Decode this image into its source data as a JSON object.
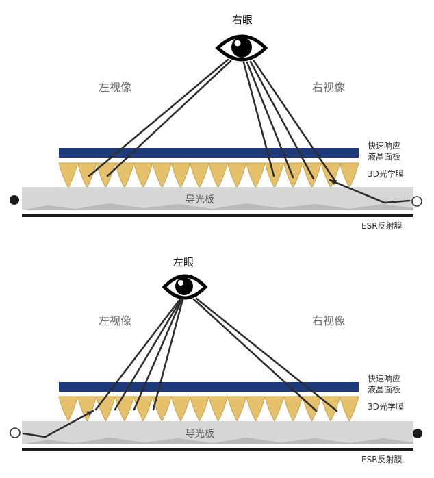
{
  "colors": {
    "lcd_panel": "#1f3a7a",
    "prism": "#e6c16b",
    "prism_edge": "#c9a24a",
    "light_guide": "#d6d6d6",
    "reflector": "#1a1a1a",
    "ray": "#2e2e2e",
    "source_on": "#1a1a1a",
    "source_off": "#ffffff"
  },
  "icons": {
    "eye": "eye-icon",
    "light_on": "filled-circle-icon",
    "light_off": "hollow-circle-icon"
  },
  "labels": {
    "lcd_line1": "快速响应",
    "lcd_line2": "液晶面板",
    "film": "3D光学膜",
    "light_guide": "导光板",
    "reflector": "ESR反射膜",
    "left_view": "左视像",
    "right_view": "右视像"
  },
  "panels": [
    {
      "eye_label": "右眼",
      "lit_side": "right"
    },
    {
      "eye_label": "左眼",
      "lit_side": "left"
    }
  ]
}
